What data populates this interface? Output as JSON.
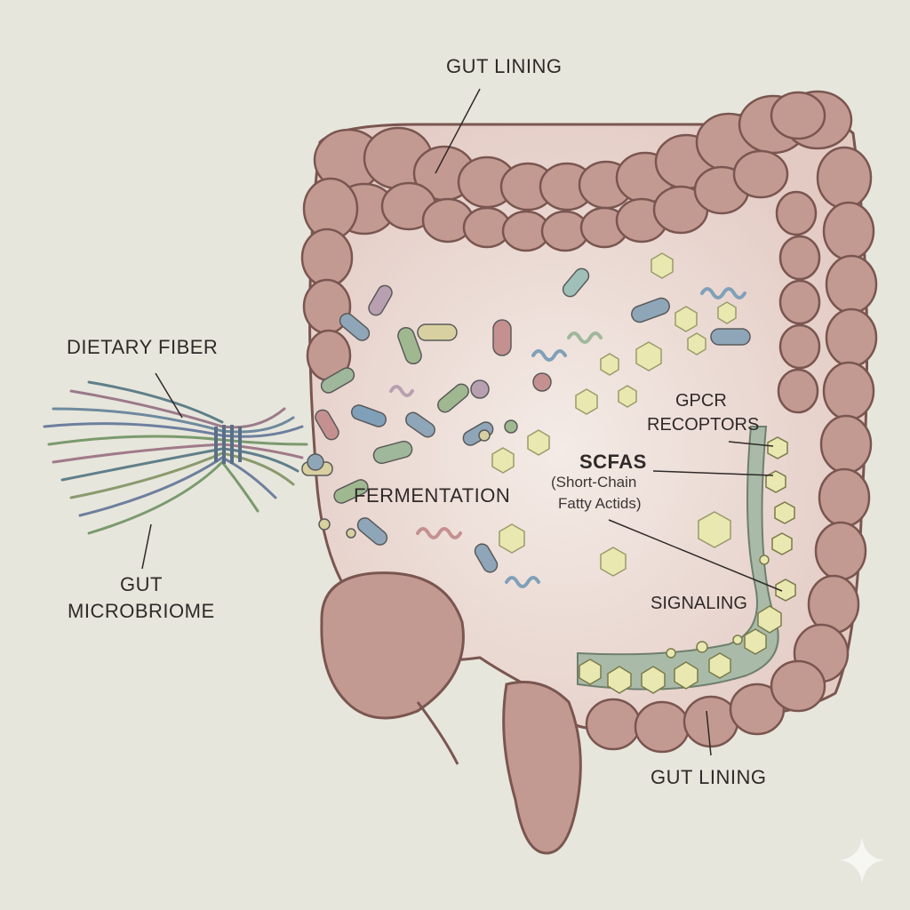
{
  "labels": {
    "gut_lining_top": "GUT LINING",
    "dietary_fiber": "DIETARY FIBER",
    "gut_microbiome_line1": "GUT",
    "gut_microbiome_line2": "MICROBRIOME",
    "fermentation": "FERMENTATION",
    "gpcr_line1": "GPCR",
    "gpcr_line2": "RECOPTORS",
    "scfas_title": "SCFAS",
    "scfas_sub_line1": "(Short-Chain",
    "scfas_sub_line2": "Fatty Actids)",
    "signaling": "SIGNALING",
    "gut_lining_bottom": "GUT LINING"
  },
  "colors": {
    "background": "#e7e6dc",
    "colon_tissue": "#c39a92",
    "colon_outline": "#7a5650",
    "lumen": "#ecdcd6",
    "scfa_hexagon": "#e8e8b0",
    "receptor_channel": "#a9bba8",
    "label_text": "#2f2a28"
  },
  "icons": {
    "corner_mark": "four-point-sparkle-icon"
  }
}
